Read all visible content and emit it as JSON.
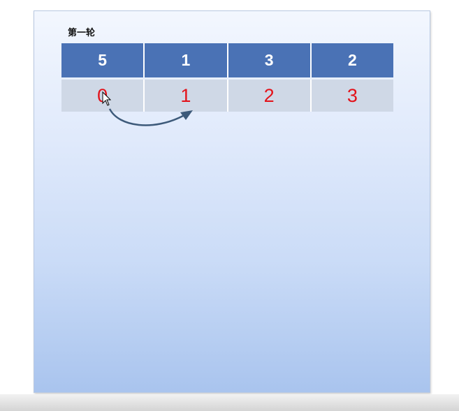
{
  "round_label": "第一轮",
  "array": {
    "values": [
      "5",
      "1",
      "3",
      "2"
    ],
    "indices": [
      "0",
      "1",
      "2",
      "3"
    ]
  },
  "icons": [
    "curved-arrow-icon",
    "mouse-cursor-icon"
  ],
  "colors": {
    "header_cell": "#4a72b5",
    "index_cell": "#cfd8e6",
    "index_text": "#e3121a",
    "arrow": "#3d5a7a"
  }
}
